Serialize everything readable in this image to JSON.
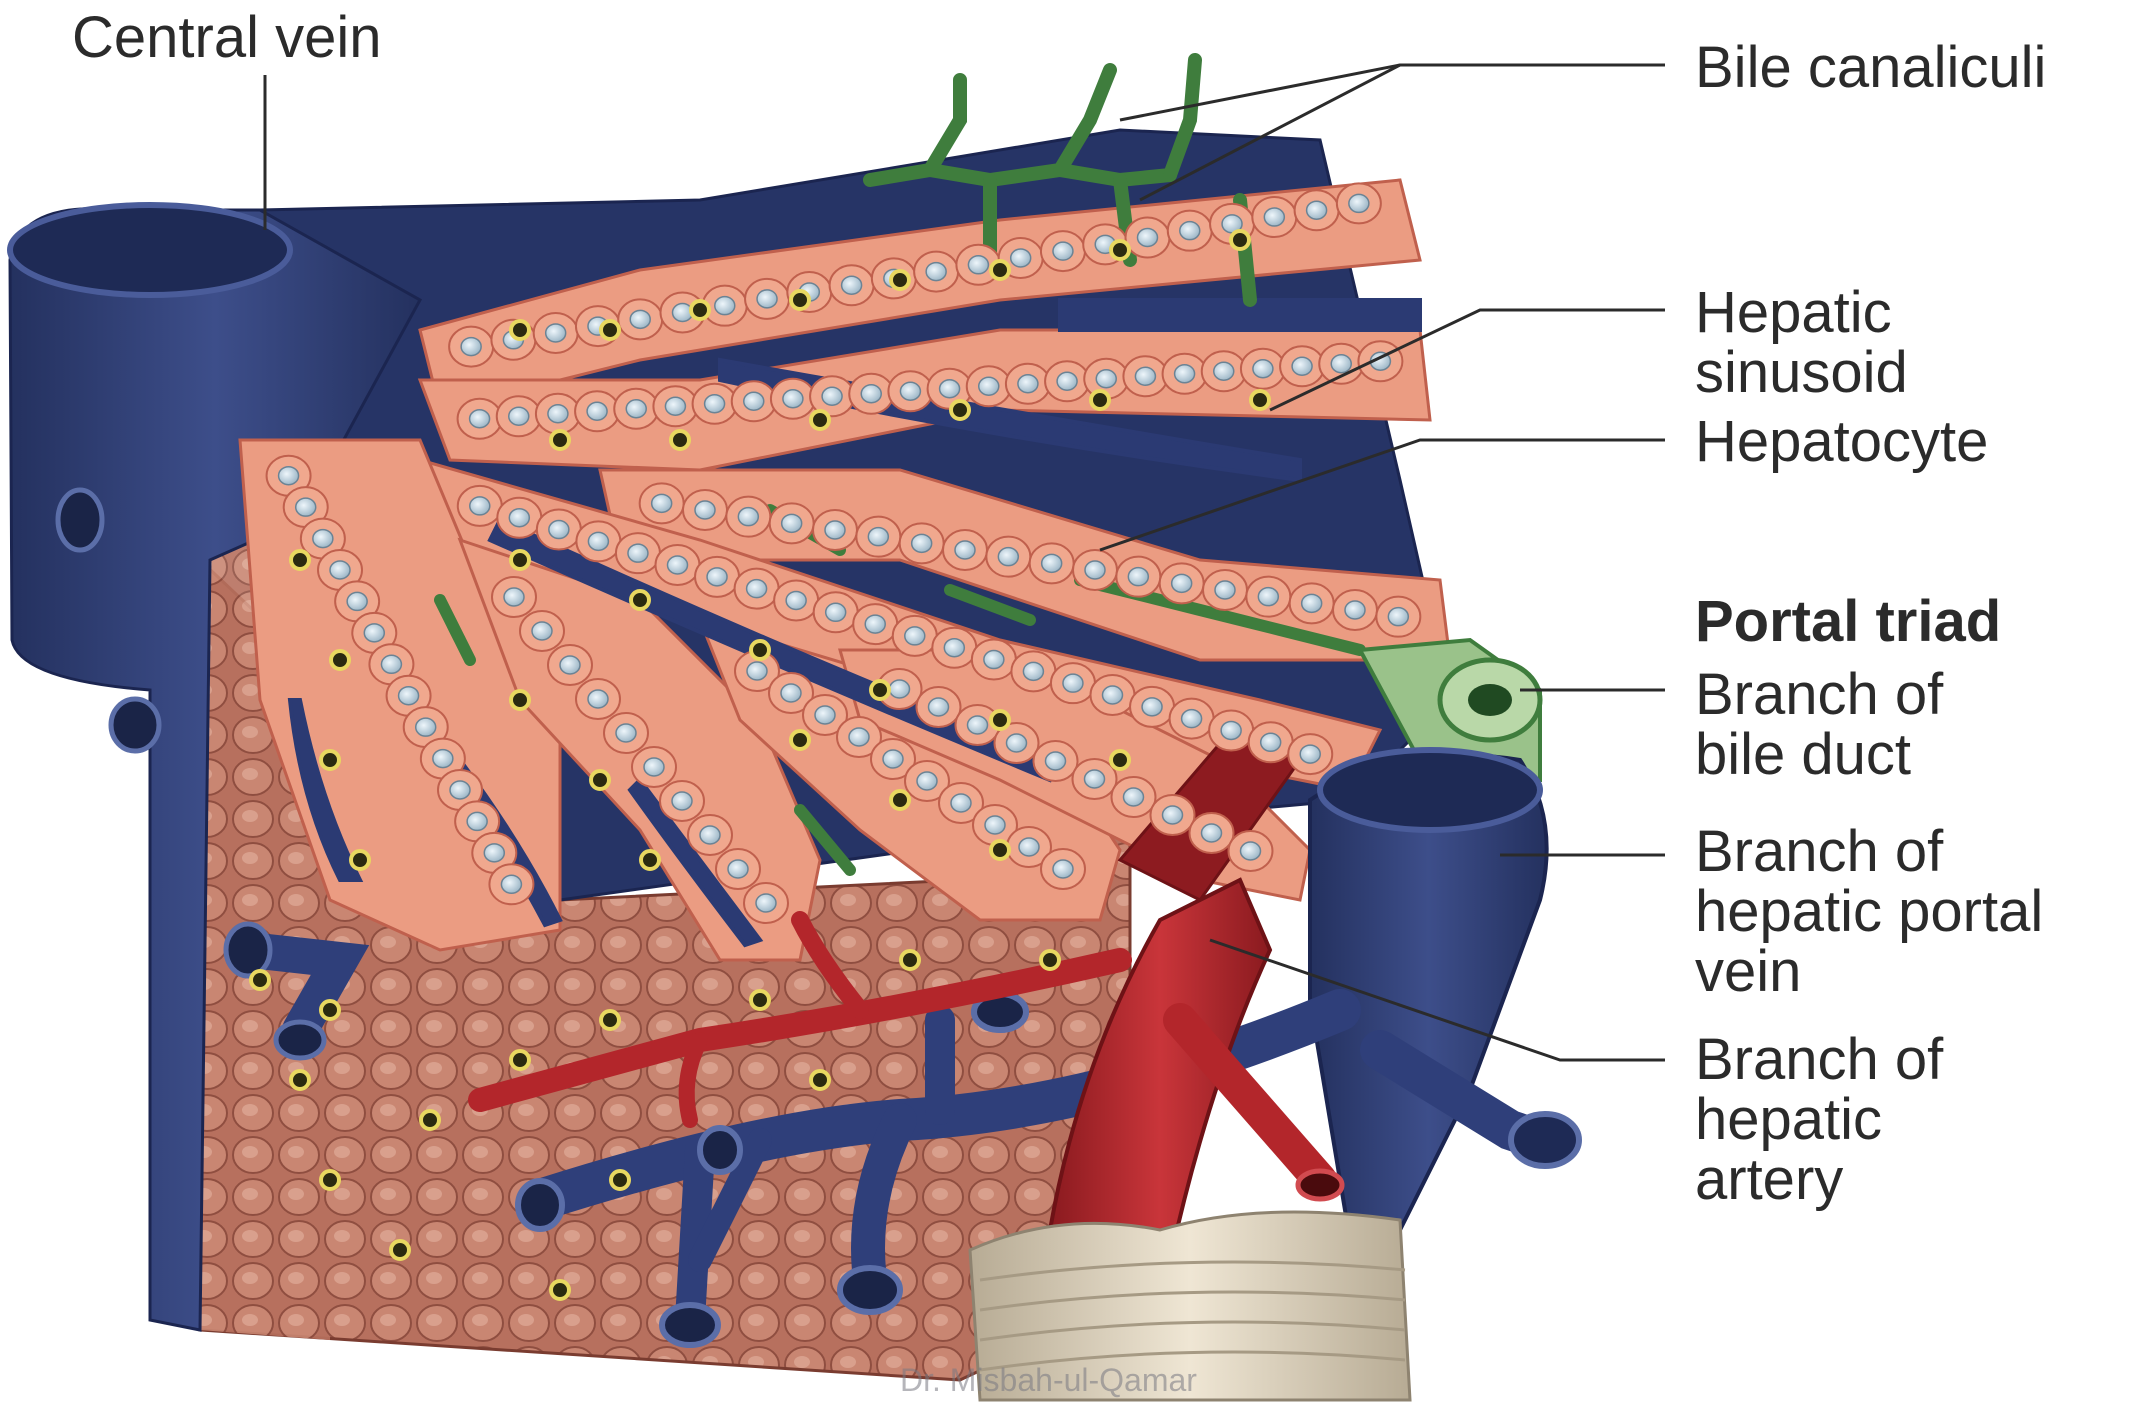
{
  "labels": {
    "central_vein": "Central vein",
    "bile_canaliculi": "Bile canaliculi",
    "hepatic_sinusoid": [
      "Hepatic",
      "sinusoid"
    ],
    "hepatocyte": "Hepatocyte",
    "portal_triad": "Portal triad",
    "bile_duct": [
      "Branch of",
      "bile duct"
    ],
    "portal_vein": [
      "Branch of",
      "hepatic portal",
      "vein"
    ],
    "hepatic_artery": [
      "Branch of",
      "hepatic",
      "artery"
    ]
  },
  "watermark": "Dr. Misbah-ul-Qamar",
  "colors": {
    "vein": "#2b3a73",
    "vein_light": "#4a5c9a",
    "hepatocyte": "#e89a80",
    "hepatocyte_edge": "#c86a55",
    "nucleus": "#c9dbe6",
    "bile": "#3e7a3c",
    "artery": "#b3262b",
    "tissue": "#b87563",
    "duct_wall": "#d8cdb8"
  }
}
